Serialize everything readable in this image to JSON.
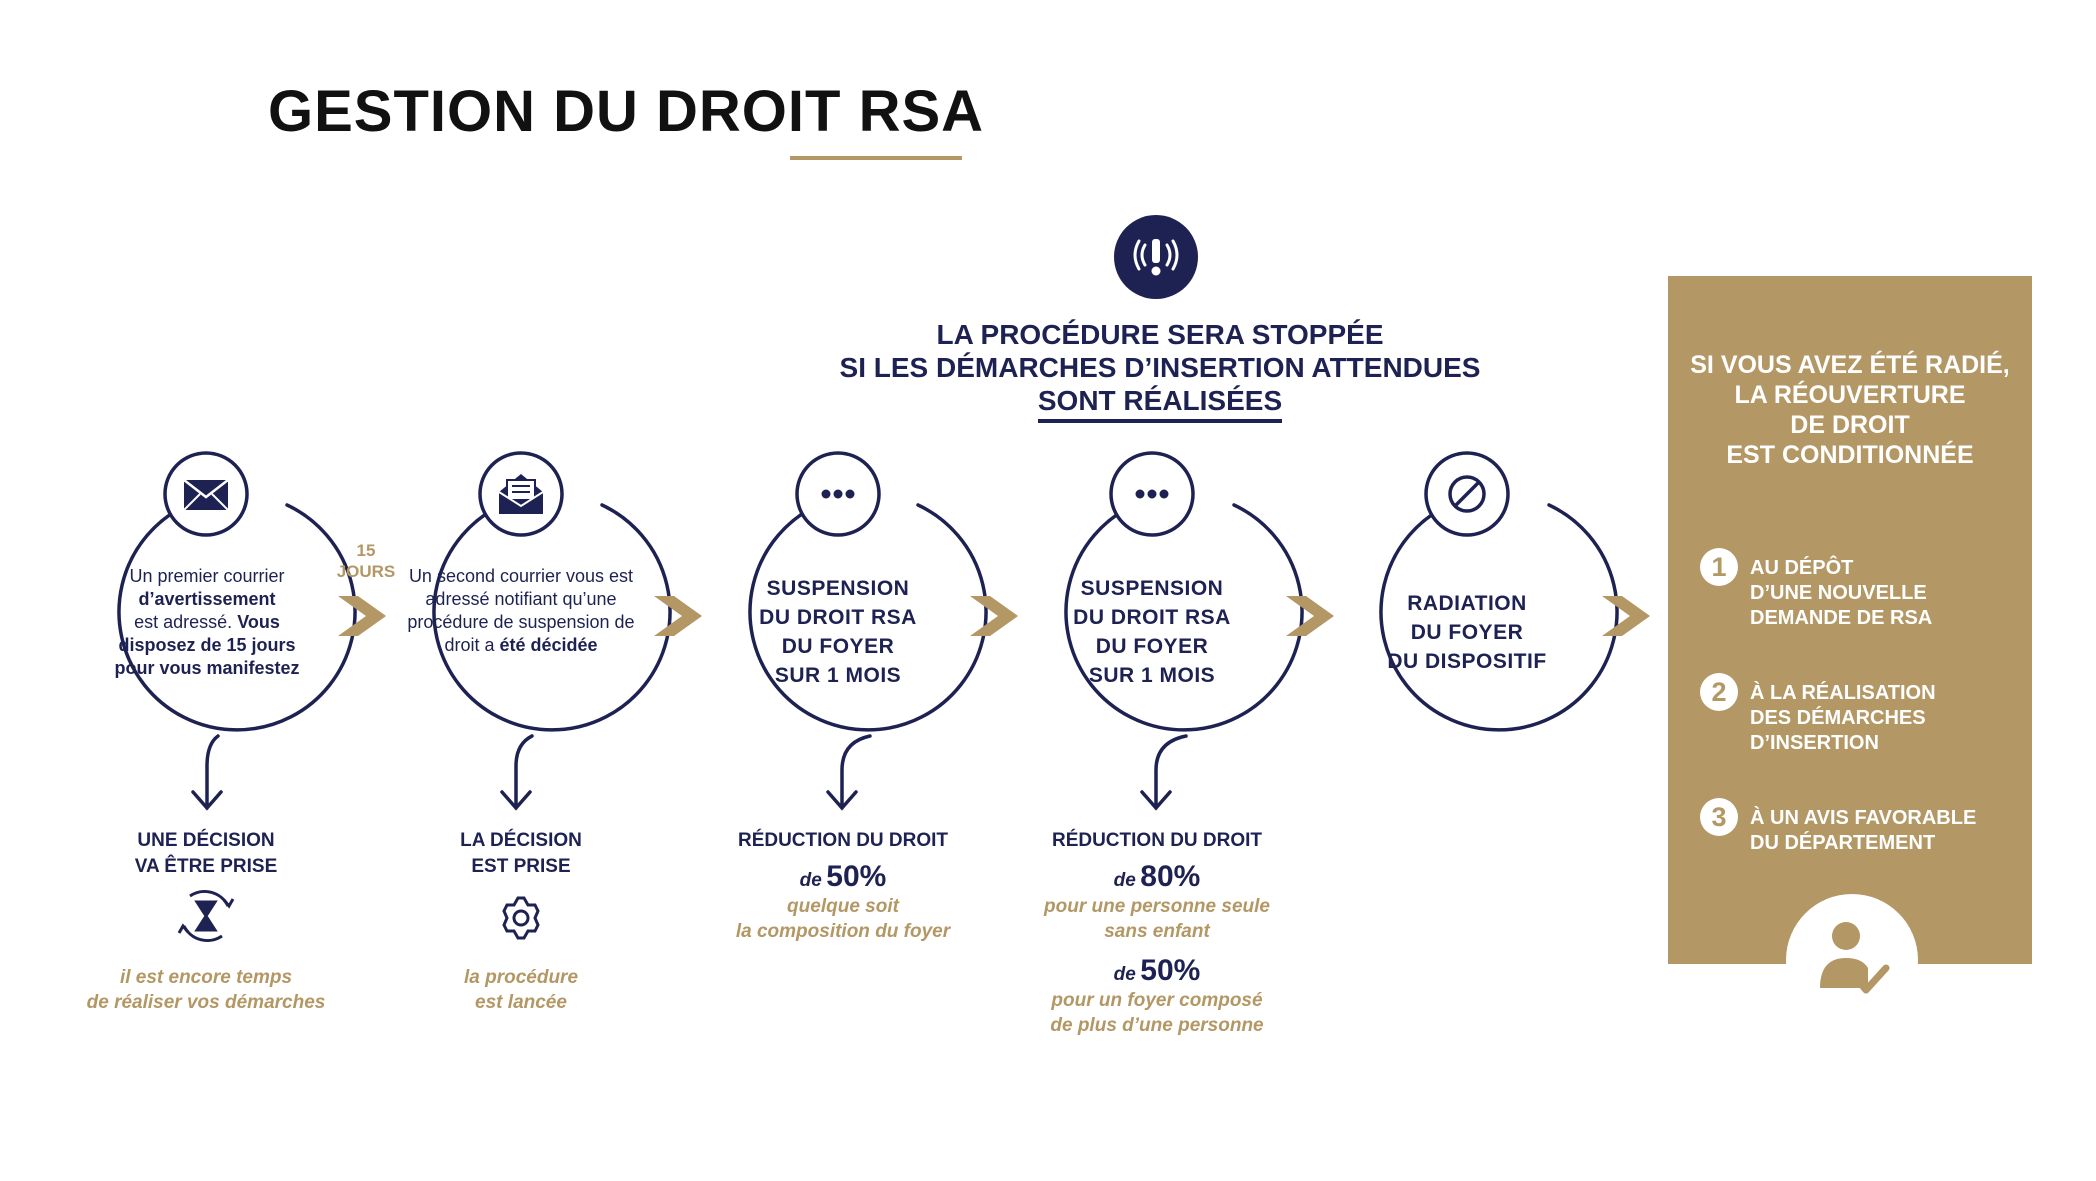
{
  "title": "GESTION DU DROIT RSA",
  "notice": {
    "line1": "LA PROCÉDURE SERA STOPPÉE",
    "line2": "SI LES DÉMARCHES D’INSERTION ATTENDUES",
    "line3": "SONT RÉALISÉES",
    "icon": "alert-icon"
  },
  "delay": {
    "number": "15",
    "unit": "JOURS"
  },
  "steps": [
    {
      "icon": "envelope-icon",
      "text_parts": [
        "Un premier courrier ",
        "d’avertissement",
        " est adressé. ",
        "Vous disposez de 15 jours pour vous manifestez"
      ],
      "result_title": [
        "UNE DÉCISION",
        "VA ÊTRE PRISE"
      ],
      "result_icon": "hourglass-icon",
      "result_note": [
        "il est encore temps",
        "de réaliser vos démarches"
      ]
    },
    {
      "icon": "open-envelope-icon",
      "text_parts": [
        "Un second courrier vous est adressé notifiant qu’une procédure de suspension de droit a ",
        "été décidée"
      ],
      "result_title": [
        "LA DÉCISION",
        "EST PRISE"
      ],
      "result_icon": "gear-icon",
      "result_note": [
        "la procédure",
        "est lancée"
      ]
    },
    {
      "icon": "dots-icon",
      "label": [
        "SUSPENSION",
        "DU DROIT RSA",
        "DU FOYER",
        "SUR 1 MOIS"
      ],
      "result_title": [
        "RÉDUCTION DU DROIT"
      ],
      "reductions": [
        {
          "de": "de",
          "pct": "50%",
          "note": [
            "quelque soit",
            "la composition du foyer"
          ]
        }
      ]
    },
    {
      "icon": "dots-icon",
      "label": [
        "SUSPENSION",
        "DU DROIT RSA",
        "DU FOYER",
        "SUR 1 MOIS"
      ],
      "result_title": [
        "RÉDUCTION DU DROIT"
      ],
      "reductions": [
        {
          "de": "de",
          "pct": "80%",
          "note": [
            "pour une personne seule",
            "sans enfant"
          ]
        },
        {
          "de": "de",
          "pct": "50%",
          "note": [
            "pour un foyer composé",
            "de plus d’une personne"
          ]
        }
      ]
    },
    {
      "icon": "prohibited-icon",
      "label": [
        "RADIATION",
        "DU FOYER",
        "DU DISPOSITIF"
      ]
    }
  ],
  "panel": {
    "title": [
      "SI VOUS AVEZ ÉTÉ RADIÉ,",
      "LA RÉOUVERTURE",
      "DE DROIT",
      "EST CONDITIONNÉE"
    ],
    "conditions": [
      {
        "num": "1",
        "lines": [
          "AU DÉPÔT",
          "D’UNE NOUVELLE",
          "DEMANDE DE RSA"
        ]
      },
      {
        "num": "2",
        "lines": [
          "À LA RÉALISATION",
          "DES DÉMARCHES",
          "D’INSERTION"
        ]
      },
      {
        "num": "3",
        "lines": [
          "À UN AVIS FAVORABLE",
          "DU DÉPARTEMENT"
        ]
      }
    ],
    "badge_icon": "user-check-icon"
  },
  "colors": {
    "navy": "#1e2253",
    "gold": "#b39764",
    "black": "#111111",
    "white": "#ffffff"
  }
}
